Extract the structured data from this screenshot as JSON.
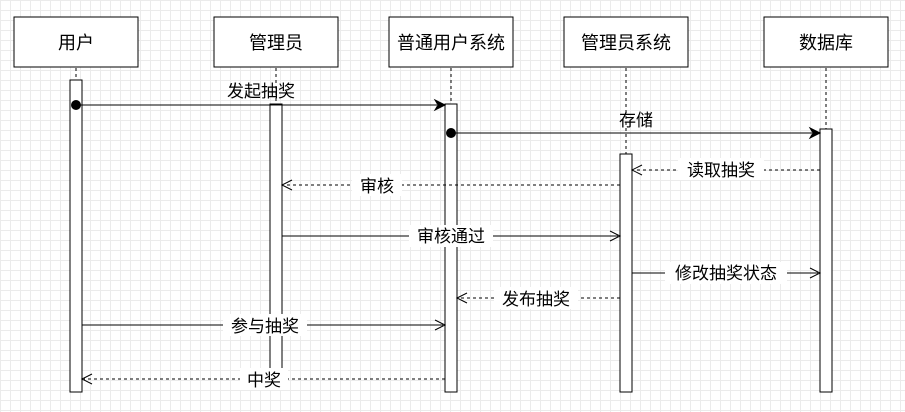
{
  "participants": [
    {
      "id": "user",
      "label": "用户"
    },
    {
      "id": "admin",
      "label": "管理员"
    },
    {
      "id": "user_system",
      "label": "普通用户系统"
    },
    {
      "id": "admin_system",
      "label": "管理员系统"
    },
    {
      "id": "database",
      "label": "数据库"
    }
  ],
  "messages": [
    {
      "label": "发起抽奖",
      "from": "user",
      "to": "user_system",
      "style": "solid",
      "start": "dot"
    },
    {
      "label": "存储",
      "from": "user_system",
      "to": "database",
      "style": "solid",
      "start": "dot"
    },
    {
      "label": "读取抽奖",
      "from": "database",
      "to": "admin_system",
      "style": "dashed"
    },
    {
      "label": "审核",
      "from": "admin_system",
      "to": "admin",
      "style": "dashed"
    },
    {
      "label": "审核通过",
      "from": "admin",
      "to": "admin_system",
      "style": "solid"
    },
    {
      "label": "修改抽奖状态",
      "from": "admin_system",
      "to": "database",
      "style": "solid"
    },
    {
      "label": "发布抽奖",
      "from": "admin_system",
      "to": "user_system",
      "style": "dashed"
    },
    {
      "label": "参与抽奖",
      "from": "user",
      "to": "user_system",
      "style": "solid"
    },
    {
      "label": "中奖",
      "from": "user_system",
      "to": "user",
      "style": "dashed"
    }
  ]
}
